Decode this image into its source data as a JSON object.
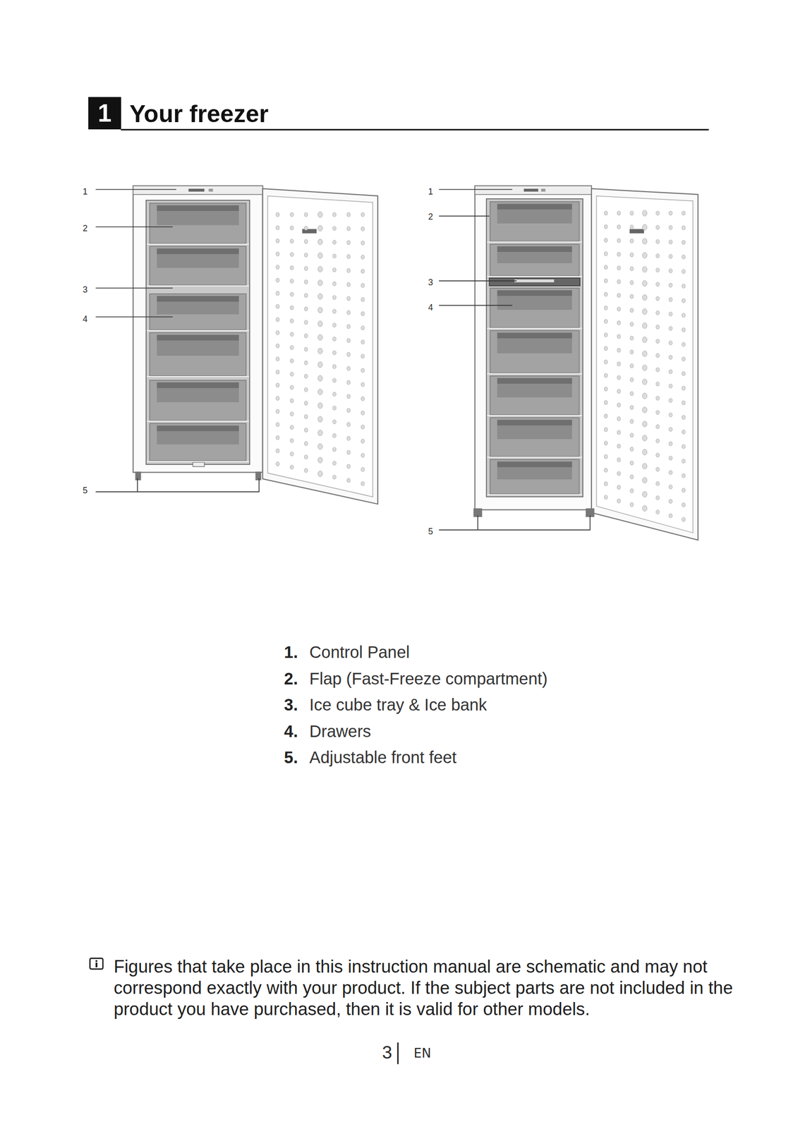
{
  "diagram": {
    "title": "Your freezer",
    "nodes": [
      {
        "text": [
          "1"
        ]
      }
    ],
    "labels": [
      "1",
      "2",
      "3",
      "4",
      "5",
      "1",
      "2",
      "3",
      "4",
      "5",
      "1.",
      "Control Panel",
      "2.",
      "Flap (Fast-Freeze compartment)",
      "3.",
      "Ice cube tray & Ice bank",
      "4.",
      "Drawers",
      "5.",
      "Adjustable front feet",
      "Figures that take place in this instruction manual are schematic and may not correspond exactly with your product. If the subject parts are not included in the product you have purchased, then it is valid for other models.",
      "3",
      "EN"
    ]
  }
}
